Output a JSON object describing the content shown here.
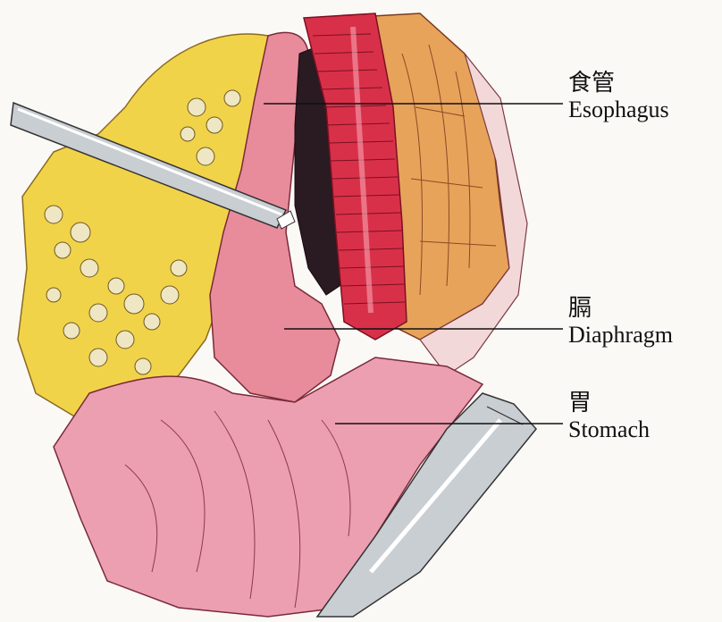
{
  "labels": {
    "esophagus": {
      "zh": "食管",
      "en": "Esophagus"
    },
    "diaphragm": {
      "zh": "膈",
      "en": "Diaphragm"
    },
    "stomach": {
      "zh": "胃",
      "en": "Stomach"
    }
  },
  "colors": {
    "fat_yellow": "#f1d34a",
    "fat_dots": "#e9e0b8",
    "tissue_pink": "#e79aa8",
    "tissue_dark": "#c7566b",
    "esophagus_red": "#d9304a",
    "diaphragm_orange": "#e7a35a",
    "instrument_gray": "#c9ced3",
    "line_color": "#111111"
  }
}
